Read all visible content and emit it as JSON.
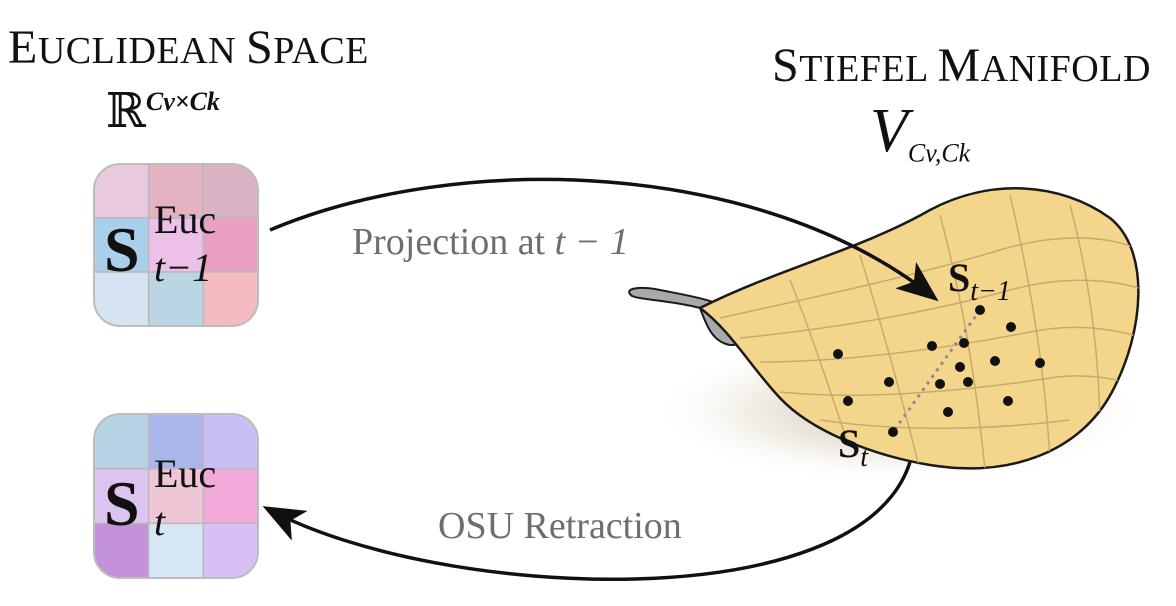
{
  "euclidean": {
    "title_first": "E",
    "title_rest": "UCLIDEAN",
    "title_first2": "S",
    "title_rest2": "PACE",
    "symbol_base": "ℝ",
    "symbol_sup": "Cv×Ck"
  },
  "stiefel": {
    "title_first": "S",
    "title_rest": "TIEFEL",
    "title_first2": "M",
    "title_rest2": "ANIFOLD",
    "symbol_base": "V",
    "symbol_sub": "Cv,Ck"
  },
  "matrices": {
    "prev": {
      "base": "S",
      "sup": "Euc",
      "sub": "t−1",
      "colors": [
        "#e8c9dd",
        "#e3b3c2",
        "#d9b3c4",
        "#a9cfea",
        "#ecc0e8",
        "#eba0c3",
        "#d6e3f0",
        "#bcd5e5",
        "#f4bcc0"
      ]
    },
    "curr": {
      "base": "S",
      "sup": "Euc",
      "sub": "t",
      "colors": [
        "#b7d2e4",
        "#aab6ea",
        "#c9bff6",
        "#dcc4f0",
        "#eec6d6",
        "#f0a9d8",
        "#c392da",
        "#d6e6f4",
        "#d7c0f4"
      ]
    }
  },
  "arrows": {
    "projection_label": "Projection at",
    "projection_var": "t − 1",
    "retraction_label": "OSU Retraction"
  },
  "points": {
    "prev_base": "S",
    "prev_sub": "t−1",
    "curr_base": "S",
    "curr_sub": "t"
  },
  "colors": {
    "manifold_fill": "#f3d68c",
    "manifold_stroke": "#1a1a1a",
    "gridline": "#c7ab6a",
    "underside": "#a9a9a9",
    "label_gray": "#6e6e6e"
  }
}
